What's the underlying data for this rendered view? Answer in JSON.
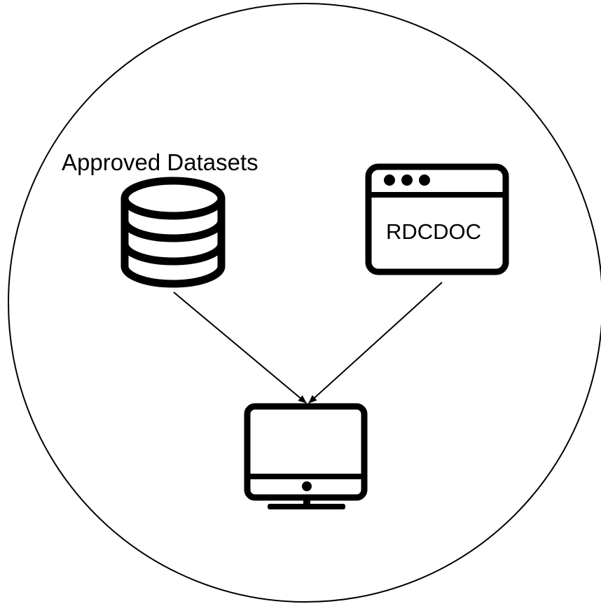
{
  "nodes": {
    "datasets": {
      "label": "Approved Datasets",
      "icon": "database-icon"
    },
    "rdcdoc": {
      "label": "RDCDOC",
      "icon": "browser-window-icon"
    },
    "computer": {
      "icon": "desktop-monitor-icon"
    }
  },
  "edges": [
    {
      "from": "datasets",
      "to": "computer"
    },
    {
      "from": "rdcdoc",
      "to": "computer"
    }
  ],
  "colors": {
    "stroke": "#000000",
    "background": "#ffffff"
  }
}
